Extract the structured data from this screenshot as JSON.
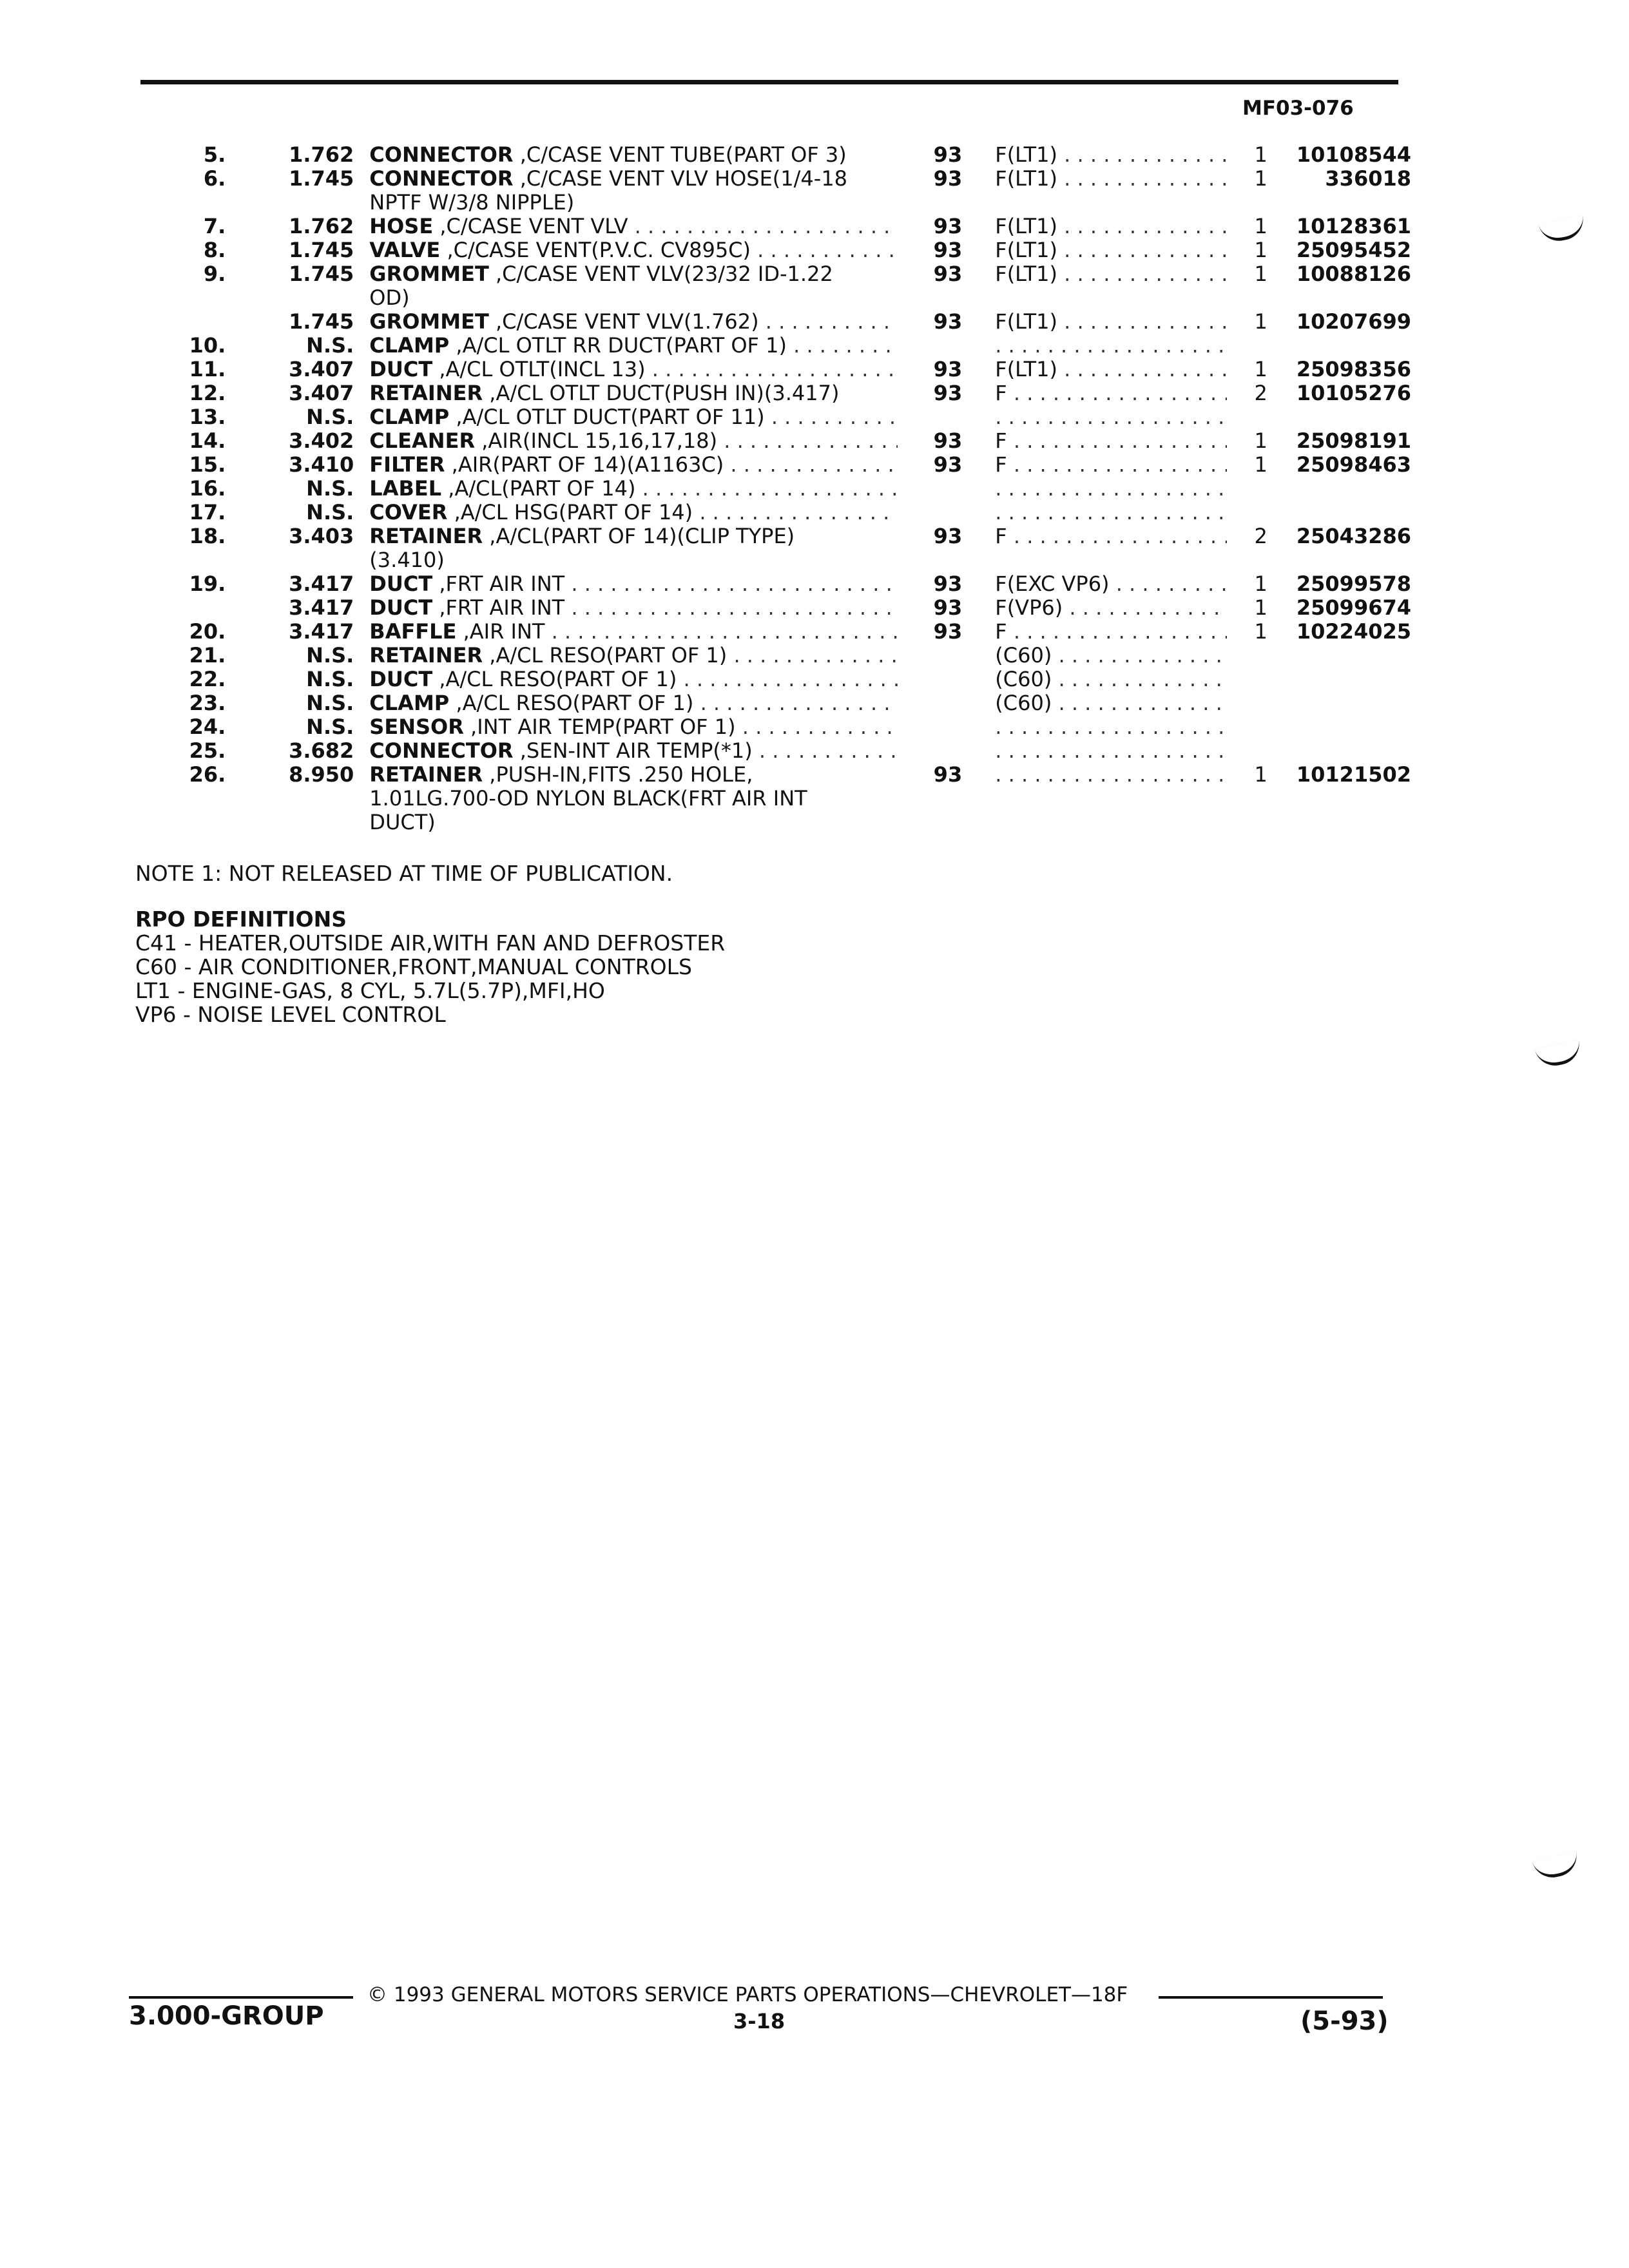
{
  "header": {
    "page_code": "MF03-076"
  },
  "rows": [
    {
      "item": "5.",
      "group": "1.762",
      "noun": "CONNECTOR",
      "desc": " ,C/CASE VENT TUBE(PART OF 3)",
      "desc_dots": false,
      "desc2": "",
      "year": "93",
      "usage": "F(LT1)",
      "usage_dots": true,
      "qty": "1",
      "part": "10108544"
    },
    {
      "item": "6.",
      "group": "1.745",
      "noun": "CONNECTOR",
      "desc": " ,C/CASE VENT VLV HOSE(1/4-18",
      "desc_dots": false,
      "desc2": "NPTF W/3/8 NIPPLE)",
      "year": "93",
      "usage": "F(LT1)",
      "usage_dots": true,
      "qty": "1",
      "part": "336018"
    },
    {
      "item": "7.",
      "group": "1.762",
      "noun": "HOSE",
      "desc": " ,C/CASE VENT VLV",
      "desc_dots": true,
      "desc2": "",
      "year": "93",
      "usage": "F(LT1)",
      "usage_dots": true,
      "qty": "1",
      "part": "10128361"
    },
    {
      "item": "8.",
      "group": "1.745",
      "noun": "VALVE",
      "desc": " ,C/CASE VENT(P.V.C. CV895C)",
      "desc_dots": true,
      "desc2": "",
      "year": "93",
      "usage": "F(LT1)",
      "usage_dots": true,
      "qty": "1",
      "part": "25095452"
    },
    {
      "item": "9.",
      "group": "1.745",
      "noun": "GROMMET",
      "desc": " ,C/CASE VENT VLV(23/32 ID-1.22",
      "desc_dots": false,
      "desc2": "OD)",
      "year": "93",
      "usage": "F(LT1)",
      "usage_dots": true,
      "qty": "1",
      "part": "10088126"
    },
    {
      "item": "",
      "group": "1.745",
      "noun": "GROMMET",
      "desc": " ,C/CASE VENT VLV(1.762)",
      "desc_dots": true,
      "desc2": "",
      "year": "93",
      "usage": "F(LT1)",
      "usage_dots": true,
      "qty": "1",
      "part": "10207699"
    },
    {
      "item": "10.",
      "group": "N.S.",
      "noun": "CLAMP",
      "desc": " ,A/CL OTLT RR DUCT(PART OF 1)",
      "desc_dots": true,
      "desc2": "",
      "year": "",
      "usage": "",
      "usage_dots": true,
      "qty": "",
      "part": ""
    },
    {
      "item": "11.",
      "group": "3.407",
      "noun": "DUCT",
      "desc": " ,A/CL OTLT(INCL 13)",
      "desc_dots": true,
      "desc2": "",
      "year": "93",
      "usage": "F(LT1)",
      "usage_dots": true,
      "qty": "1",
      "part": "25098356"
    },
    {
      "item": "12.",
      "group": "3.407",
      "noun": "RETAINER",
      "desc": " ,A/CL OTLT DUCT(PUSH IN)(3.417)",
      "desc_dots": false,
      "desc2": "",
      "year": "93",
      "usage": "F",
      "usage_dots": true,
      "qty": "2",
      "part": "10105276"
    },
    {
      "item": "13.",
      "group": "N.S.",
      "noun": "CLAMP",
      "desc": " ,A/CL OTLT DUCT(PART OF 11)",
      "desc_dots": true,
      "desc2": "",
      "year": "",
      "usage": "",
      "usage_dots": true,
      "qty": "",
      "part": ""
    },
    {
      "item": "14.",
      "group": "3.402",
      "noun": "CLEANER",
      "desc": " ,AIR(INCL 15,16,17,18)",
      "desc_dots": true,
      "desc2": "",
      "year": "93",
      "usage": "F",
      "usage_dots": true,
      "qty": "1",
      "part": "25098191"
    },
    {
      "item": "15.",
      "group": "3.410",
      "noun": "FILTER",
      "desc": " ,AIR(PART OF 14)(A1163C)",
      "desc_dots": true,
      "desc2": "",
      "year": "93",
      "usage": "F",
      "usage_dots": true,
      "qty": "1",
      "part": "25098463"
    },
    {
      "item": "16.",
      "group": "N.S.",
      "noun": "LABEL",
      "desc": " ,A/CL(PART OF 14)",
      "desc_dots": true,
      "desc2": "",
      "year": "",
      "usage": "",
      "usage_dots": true,
      "qty": "",
      "part": ""
    },
    {
      "item": "17.",
      "group": "N.S.",
      "noun": "COVER",
      "desc": " ,A/CL HSG(PART OF 14)",
      "desc_dots": true,
      "desc2": "",
      "year": "",
      "usage": "",
      "usage_dots": true,
      "qty": "",
      "part": ""
    },
    {
      "item": "18.",
      "group": "3.403",
      "noun": "RETAINER",
      "desc": " ,A/CL(PART OF 14)(CLIP TYPE)",
      "desc_dots": false,
      "desc2": "(3.410)",
      "year": "93",
      "usage": "F",
      "usage_dots": true,
      "qty": "2",
      "part": "25043286"
    },
    {
      "item": "19.",
      "group": "3.417",
      "noun": "DUCT",
      "desc": " ,FRT AIR INT",
      "desc_dots": true,
      "desc2": "",
      "year": "93",
      "usage": "F(EXC VP6)",
      "usage_dots": true,
      "qty": "1",
      "part": "25099578"
    },
    {
      "item": "",
      "group": "3.417",
      "noun": "DUCT",
      "desc": " ,FRT AIR INT",
      "desc_dots": true,
      "desc2": "",
      "year": "93",
      "usage": "F(VP6)",
      "usage_dots": true,
      "qty": "1",
      "part": "25099674"
    },
    {
      "item": "20.",
      "group": "3.417",
      "noun": "BAFFLE",
      "desc": " ,AIR INT",
      "desc_dots": true,
      "desc2": "",
      "year": "93",
      "usage": "F",
      "usage_dots": true,
      "qty": "1",
      "part": "10224025"
    },
    {
      "item": "21.",
      "group": "N.S.",
      "noun": "RETAINER",
      "desc": " ,A/CL RESO(PART OF 1)",
      "desc_dots": true,
      "desc2": "",
      "year": "",
      "usage": "(C60)",
      "usage_dots": true,
      "qty": "",
      "part": ""
    },
    {
      "item": "22.",
      "group": "N.S.",
      "noun": "DUCT",
      "desc": " ,A/CL RESO(PART OF 1)",
      "desc_dots": true,
      "desc2": "",
      "year": "",
      "usage": "(C60)",
      "usage_dots": true,
      "qty": "",
      "part": ""
    },
    {
      "item": "23.",
      "group": "N.S.",
      "noun": "CLAMP",
      "desc": " ,A/CL RESO(PART OF 1)",
      "desc_dots": true,
      "desc2": "",
      "year": "",
      "usage": "(C60)",
      "usage_dots": true,
      "qty": "",
      "part": ""
    },
    {
      "item": "24.",
      "group": "N.S.",
      "noun": "SENSOR",
      "desc": " ,INT AIR TEMP(PART OF 1)",
      "desc_dots": true,
      "desc2": "",
      "year": "",
      "usage": "",
      "usage_dots": true,
      "qty": "",
      "part": ""
    },
    {
      "item": "25.",
      "group": "3.682",
      "noun": "CONNECTOR",
      "desc": " ,SEN-INT AIR TEMP(*1)",
      "desc_dots": true,
      "desc2": "",
      "year": "",
      "usage": "",
      "usage_dots": true,
      "qty": "",
      "part": ""
    },
    {
      "item": "26.",
      "group": "8.950",
      "noun": "RETAINER",
      "desc": " ,PUSH-IN,FITS .250 HOLE,",
      "desc_dots": false,
      "desc2": "1.01LG.700-OD NYLON BLACK(FRT AIR INT",
      "desc3": "DUCT)",
      "year": "93",
      "usage": "",
      "usage_dots": true,
      "qty": "1",
      "part": "10121502"
    }
  ],
  "note": "NOTE 1: NOT RELEASED AT TIME OF PUBLICATION.",
  "rpo": {
    "heading": "RPO DEFINITIONS",
    "items": [
      "C41 - HEATER,OUTSIDE AIR,WITH FAN AND DEFROSTER",
      "C60 - AIR CONDITIONER,FRONT,MANUAL CONTROLS",
      "LT1 - ENGINE-GAS, 8 CYL, 5.7L(5.7P),MFI,HO",
      "VP6 - NOISE LEVEL CONTROL"
    ]
  },
  "footer": {
    "copyright": "© 1993 GENERAL MOTORS SERVICE PARTS OPERATIONS—CHEVROLET—18F",
    "group": "3.000-GROUP",
    "page": "3-18",
    "date": "(5-93)"
  }
}
